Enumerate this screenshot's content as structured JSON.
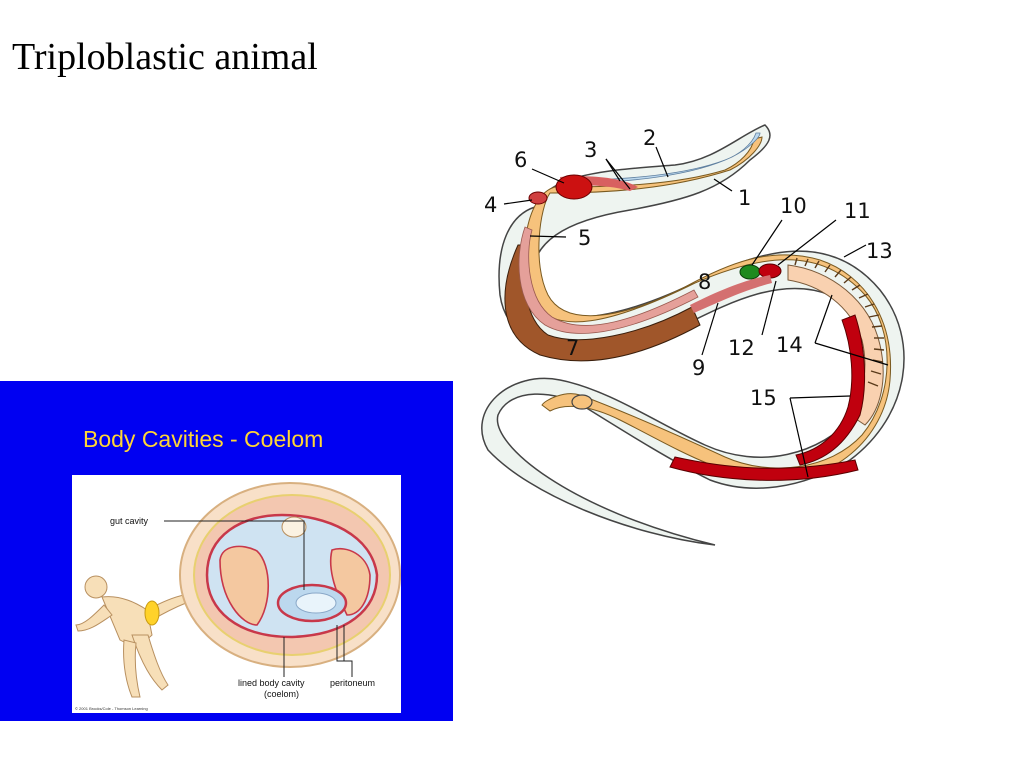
{
  "slide": {
    "title": "Triploblastic animal"
  },
  "worm_diagram": {
    "labels": [
      "1",
      "2",
      "3",
      "4",
      "5",
      "6",
      "7",
      "8",
      "9",
      "10",
      "11",
      "12",
      "13",
      "14",
      "15"
    ]
  },
  "coelom_panel": {
    "title": "Body Cavities - Coelom",
    "gut_label": "gut cavity",
    "coelom_label_line1": "lined body cavity",
    "coelom_label_line2": "(coelom)",
    "peritoneum_label": "peritoneum",
    "copyright": "© 2001 Brooks/Cole - Thomson Learning"
  },
  "colors": {
    "panel_background": "#0000f2",
    "panel_title": "#ffd634",
    "muscle_red": "#c0000e",
    "gut_tan": "#f6c27c",
    "brown_layer": "#a0562a",
    "ganglion_green": "#1e8a1e"
  }
}
